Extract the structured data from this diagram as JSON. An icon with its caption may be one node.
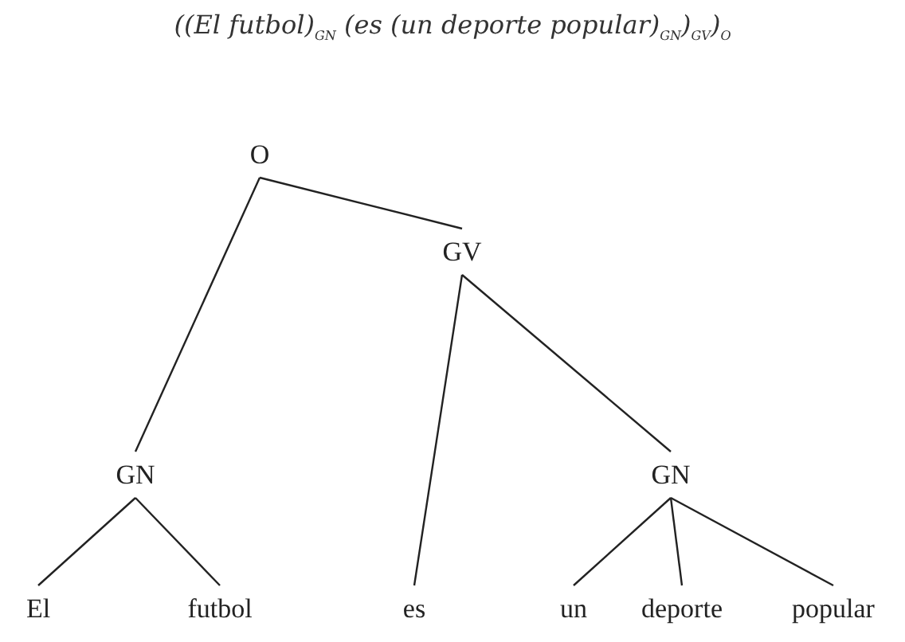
{
  "diagram": {
    "title": "((El futbol)$_{GN}$ (es (un deporte popular)$_{GN}$)$_{GV}$)$_{O}$",
    "nodes": [
      {
        "text": [
          "O"
        ]
      },
      {
        "text": [
          "GV"
        ]
      },
      {
        "text": [
          "GN"
        ]
      },
      {
        "text": [
          "GN"
        ]
      },
      {
        "text": [
          "El"
        ]
      },
      {
        "text": [
          "futbol"
        ]
      },
      {
        "text": [
          "es"
        ]
      },
      {
        "text": [
          "un"
        ]
      },
      {
        "text": [
          "deporte"
        ]
      },
      {
        "text": [
          "popular"
        ]
      }
    ],
    "edges": [
      {
        "from": 0,
        "to": 2,
        "arrow": "none"
      },
      {
        "from": 0,
        "to": 1,
        "arrow": "none"
      },
      {
        "from": 1,
        "to": 6,
        "arrow": "none"
      },
      {
        "from": 1,
        "to": 3,
        "arrow": "none"
      },
      {
        "from": 2,
        "to": 4,
        "arrow": "none"
      },
      {
        "from": 2,
        "to": 5,
        "arrow": "none"
      },
      {
        "from": 3,
        "to": 7,
        "arrow": "none"
      },
      {
        "from": 3,
        "to": 8,
        "arrow": "none"
      },
      {
        "from": 3,
        "to": 9,
        "arrow": "none"
      }
    ]
  }
}
